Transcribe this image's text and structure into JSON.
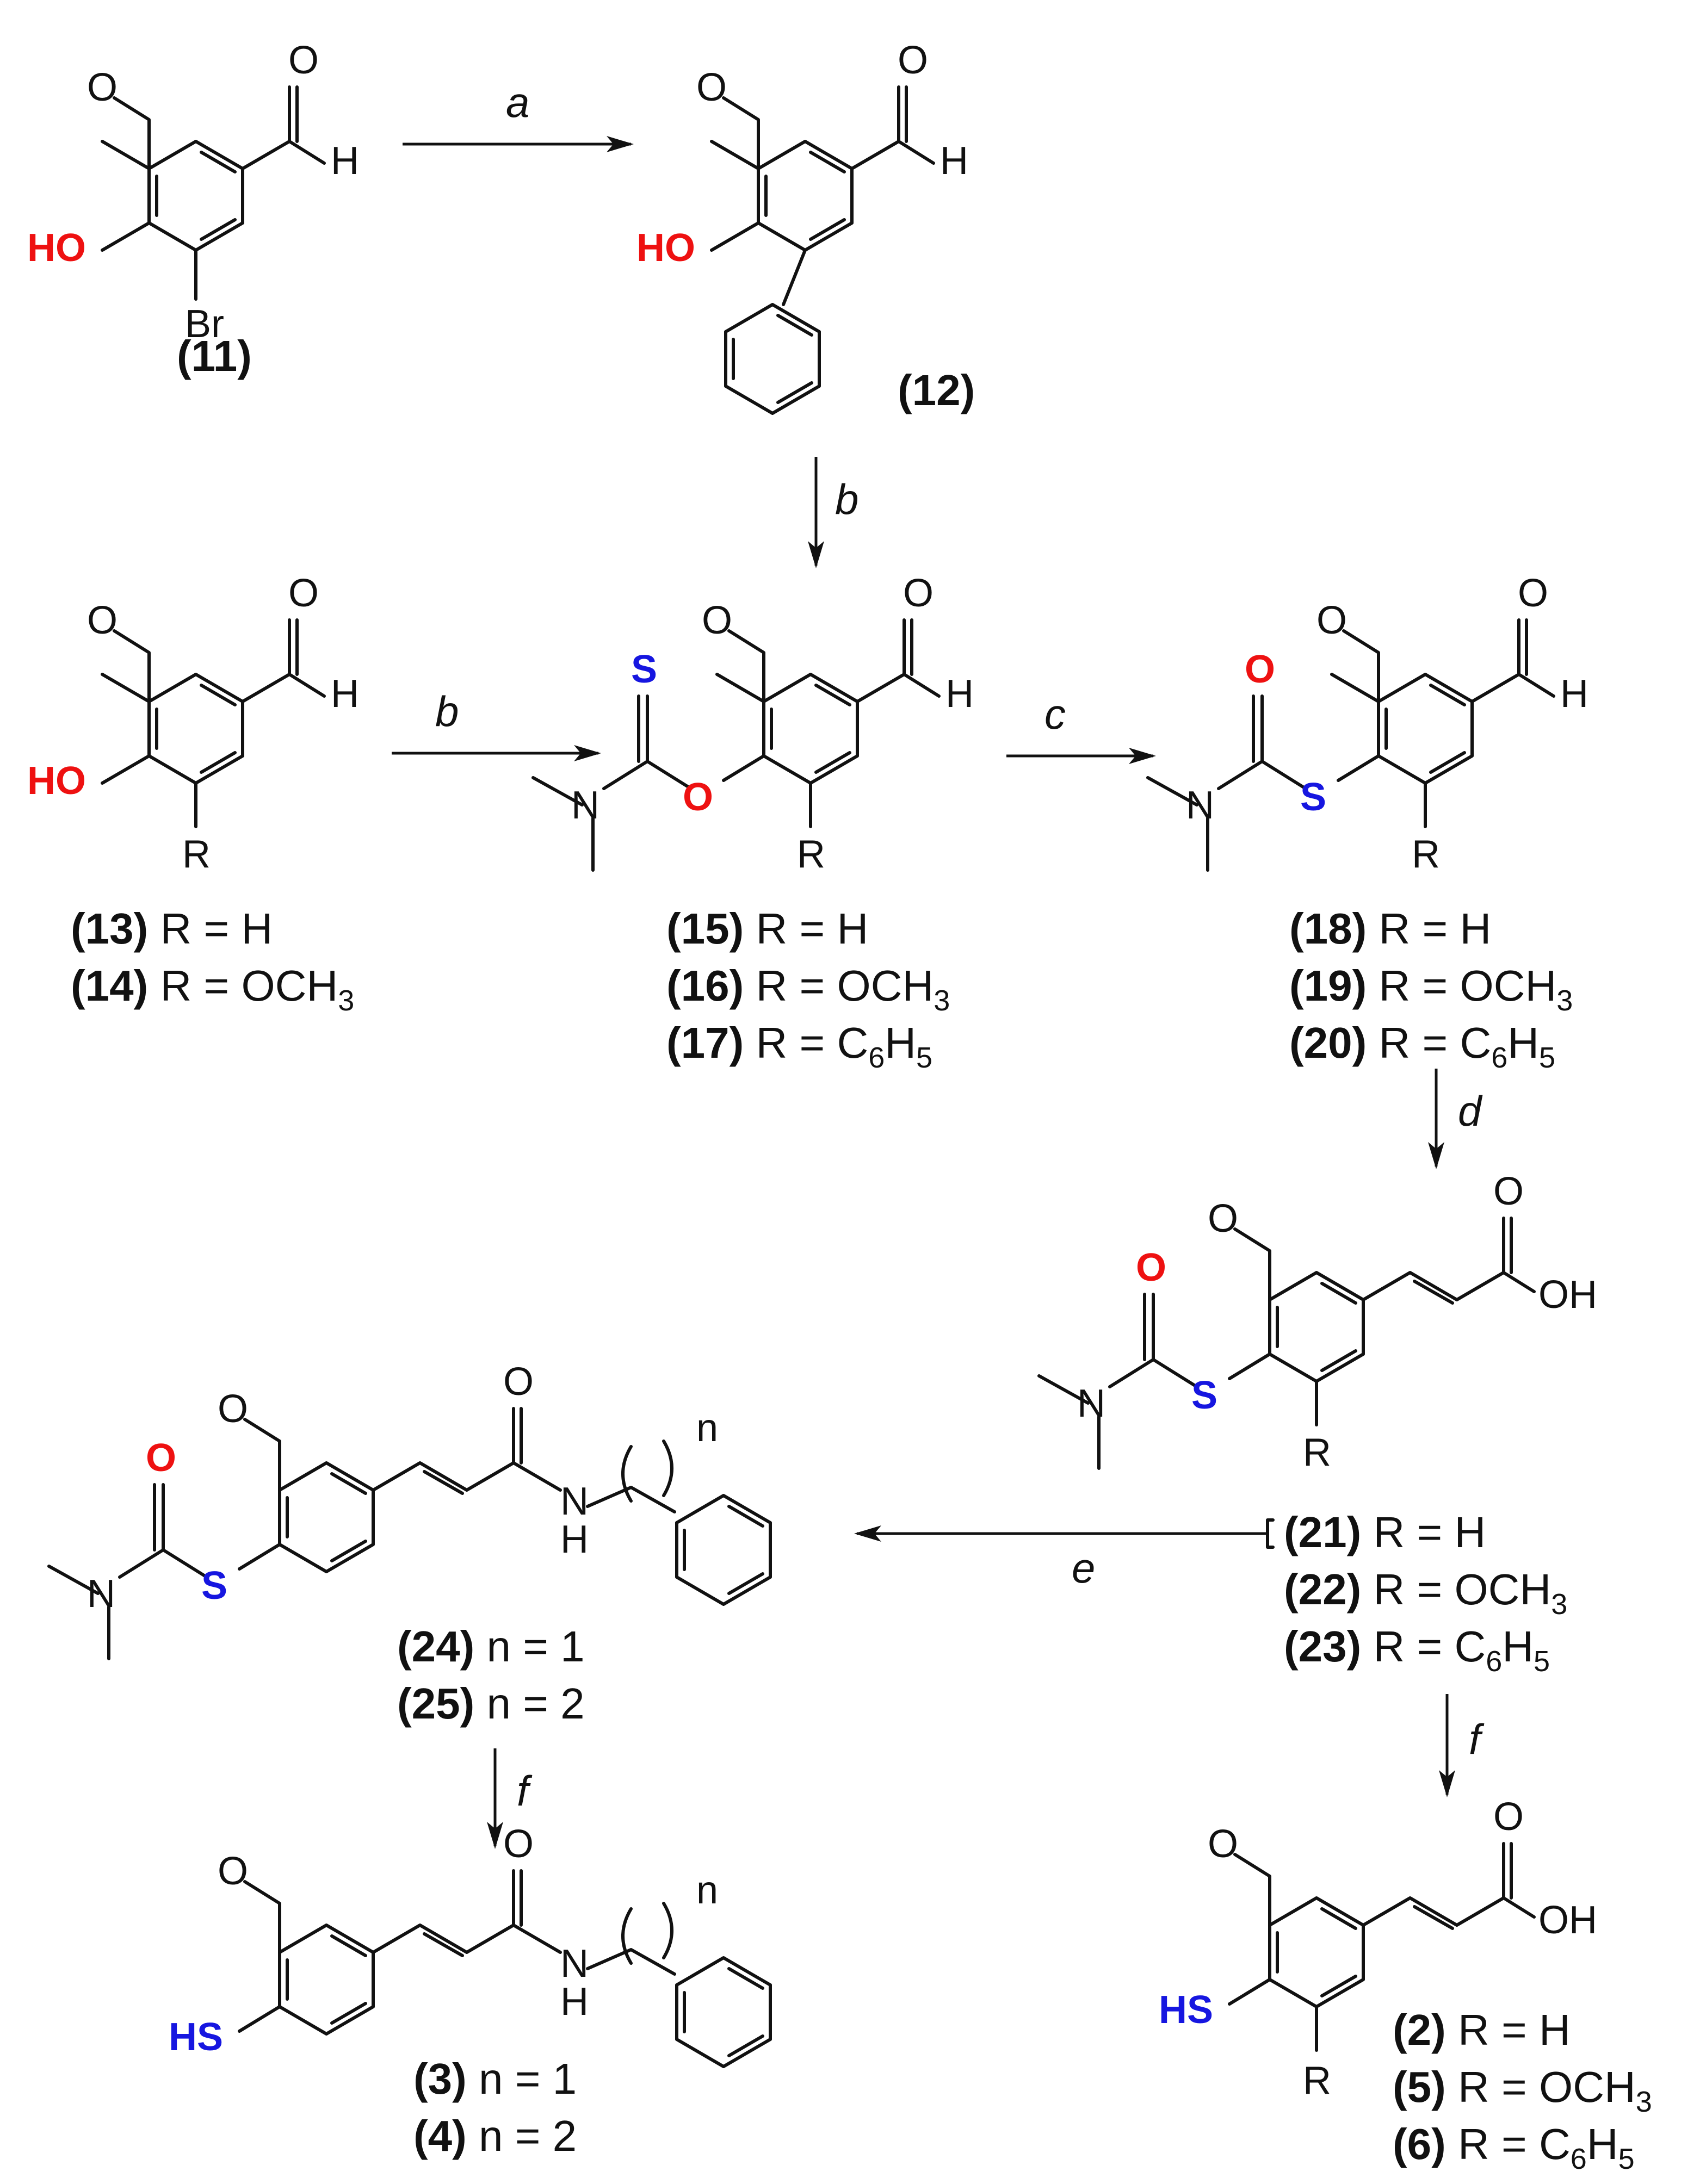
{
  "colors": {
    "bond": "#111111",
    "oxygen": "#ee1111",
    "sulfur": "#1616e0"
  },
  "atoms": {
    "O": "O",
    "H": "H",
    "HO": "HO",
    "Br": "Br",
    "S": "S",
    "N": "N",
    "R": "R",
    "OH": "OH",
    "HS": "HS",
    "NH_N": "N",
    "NH_H": "H",
    "n": "n"
  },
  "conditions": {
    "a": "a",
    "b": "b",
    "c": "c",
    "d": "d",
    "e": "e",
    "f": "f"
  },
  "compounds": {
    "c11": "(11)",
    "c12": "(12)",
    "c13": {
      "id": "(13)",
      "text": "R = H"
    },
    "c14": {
      "id": "(14)",
      "text": "R = OCH",
      "sub": "3"
    },
    "c15": {
      "id": "(15)",
      "text": "R = H"
    },
    "c16": {
      "id": "(16)",
      "text": "R = OCH",
      "sub": "3"
    },
    "c17": {
      "id": "(17)",
      "text": "R = C",
      "sub": "6",
      "text2": "H",
      "sub2": "5"
    },
    "c18": {
      "id": "(18)",
      "text": "R = H"
    },
    "c19": {
      "id": "(19)",
      "text": "R = OCH",
      "sub": "3"
    },
    "c20": {
      "id": "(20)",
      "text": "R = C",
      "sub": "6",
      "text2": "H",
      "sub2": "5"
    },
    "c21": {
      "id": "(21)",
      "text": "R = H"
    },
    "c22": {
      "id": "(22)",
      "text": "R = OCH",
      "sub": "3"
    },
    "c23": {
      "id": "(23)",
      "text": "R = C",
      "sub": "6",
      "text2": "H",
      "sub2": "5"
    },
    "c24": {
      "id": "(24)",
      "text": "n = 1"
    },
    "c25": {
      "id": "(25)",
      "text": "n = 2"
    },
    "c3": {
      "id": "(3)",
      "text": "n = 1"
    },
    "c4": {
      "id": "(4)",
      "text": "n = 2"
    },
    "c2": {
      "id": "(2)",
      "text": "R = H"
    },
    "c5": {
      "id": "(5)",
      "text": "R = OCH",
      "sub": "3"
    },
    "c6": {
      "id": "(6)",
      "text": "R = C",
      "sub": "6",
      "text2": "H",
      "sub2": "5"
    }
  }
}
